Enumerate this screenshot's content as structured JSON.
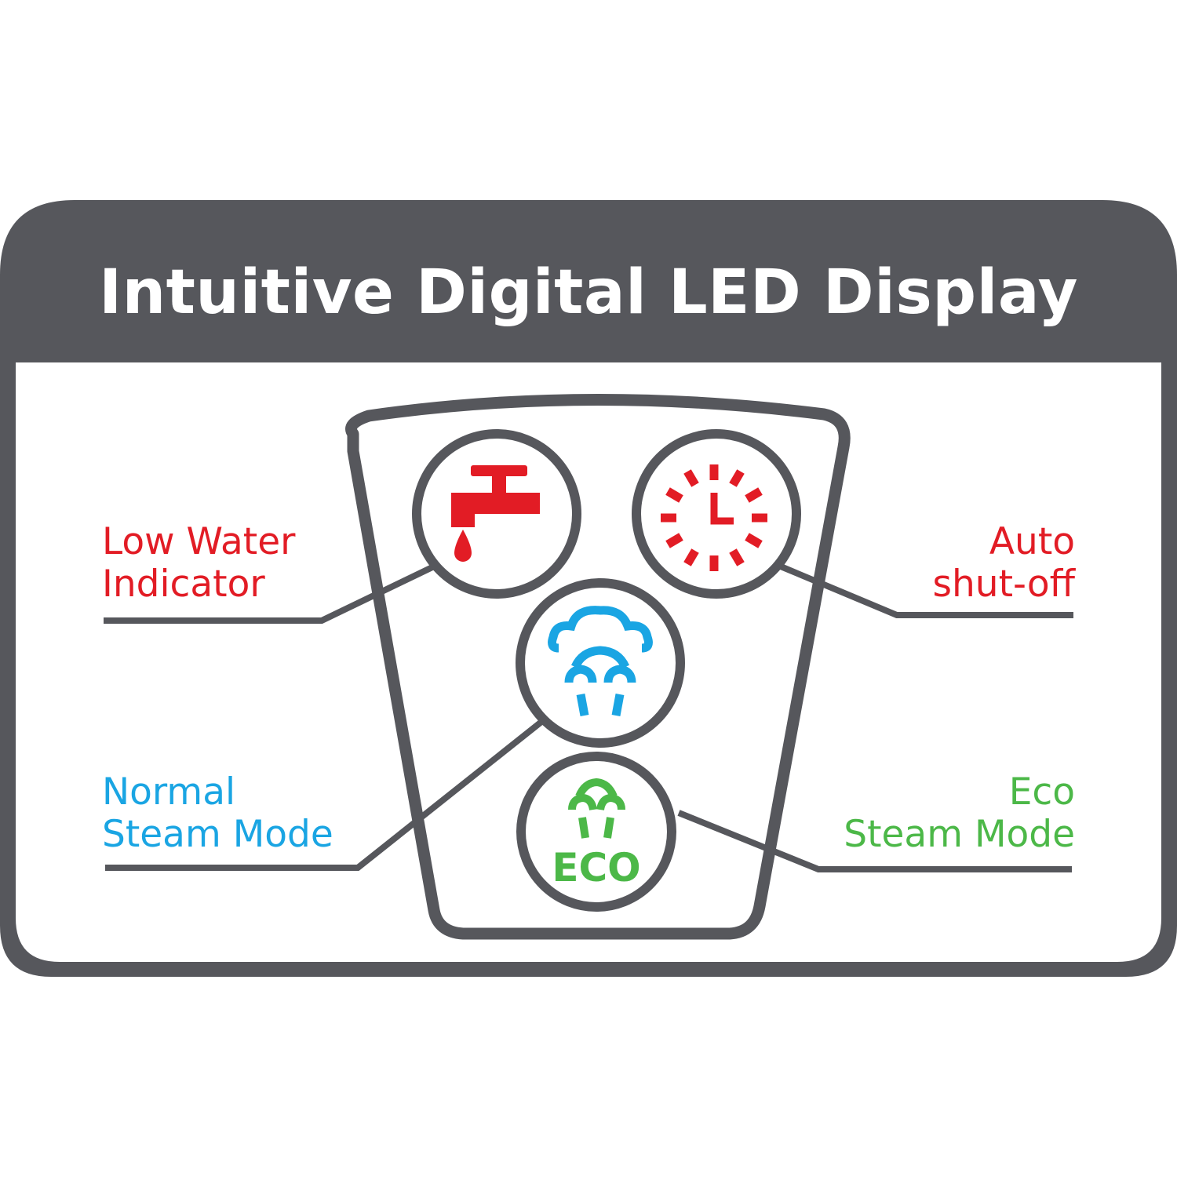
{
  "title": "Intuitive Digital LED Display",
  "colors": {
    "frame": "#56575c",
    "red": "#e21c25",
    "blue": "#1aa5e3",
    "green": "#4cb848"
  },
  "labels": {
    "low_water": {
      "line1": "Low Water",
      "line2": "Indicator",
      "color": "#e21c25"
    },
    "auto_off": {
      "line1": "Auto",
      "line2": "shut-off",
      "color": "#e21c25"
    },
    "normal_steam": {
      "line1": "Normal",
      "line2": "Steam Mode",
      "color": "#1aa5e3"
    },
    "eco_steam": {
      "line1": "Eco",
      "line2": "Steam Mode",
      "color": "#4cb848"
    }
  },
  "buttons": {
    "eco_text": "ECO"
  },
  "icons": {
    "low_water": "faucet-drop-icon",
    "auto_off": "clock-icon",
    "normal_steam": "steam-cloud-icon",
    "eco_steam": "eco-steam-icon"
  }
}
